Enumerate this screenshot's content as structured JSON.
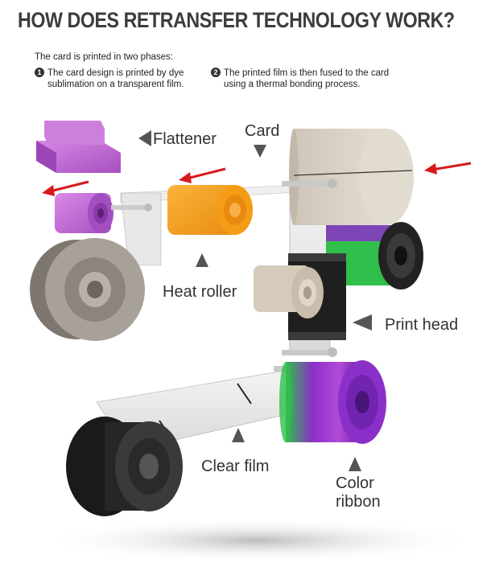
{
  "header": {
    "title": "HOW DOES RETRANSFER TECHNOLOGY WORK?"
  },
  "intro": {
    "text": "The card is printed in two phases:"
  },
  "steps": [
    {
      "number": "1",
      "text": "The card design is printed by dye sublimation on a transparent film."
    },
    {
      "number": "2",
      "text": "The printed film is then fused to the card using a thermal bonding process."
    }
  ],
  "labels": {
    "flattener": "Flattener",
    "card": "Card",
    "heat_roller": "Heat roller",
    "print_head": "Print head",
    "clear_film": "Clear film",
    "color_ribbon_line1": "Color",
    "color_ribbon_line2": "ribbon"
  },
  "colors": {
    "arrow_red": "#d7191c",
    "pointer_gray": "#555555",
    "flattener_purple": "#c26fd2",
    "heat_roller_orange": "#f7a11a",
    "ribbon_purple": "#8b2fc9",
    "ribbon_green": "#2fbf4a",
    "spool_gray": "#9a948d",
    "spool_black": "#2a2a2a",
    "card_beige": "#d8cfc2"
  }
}
